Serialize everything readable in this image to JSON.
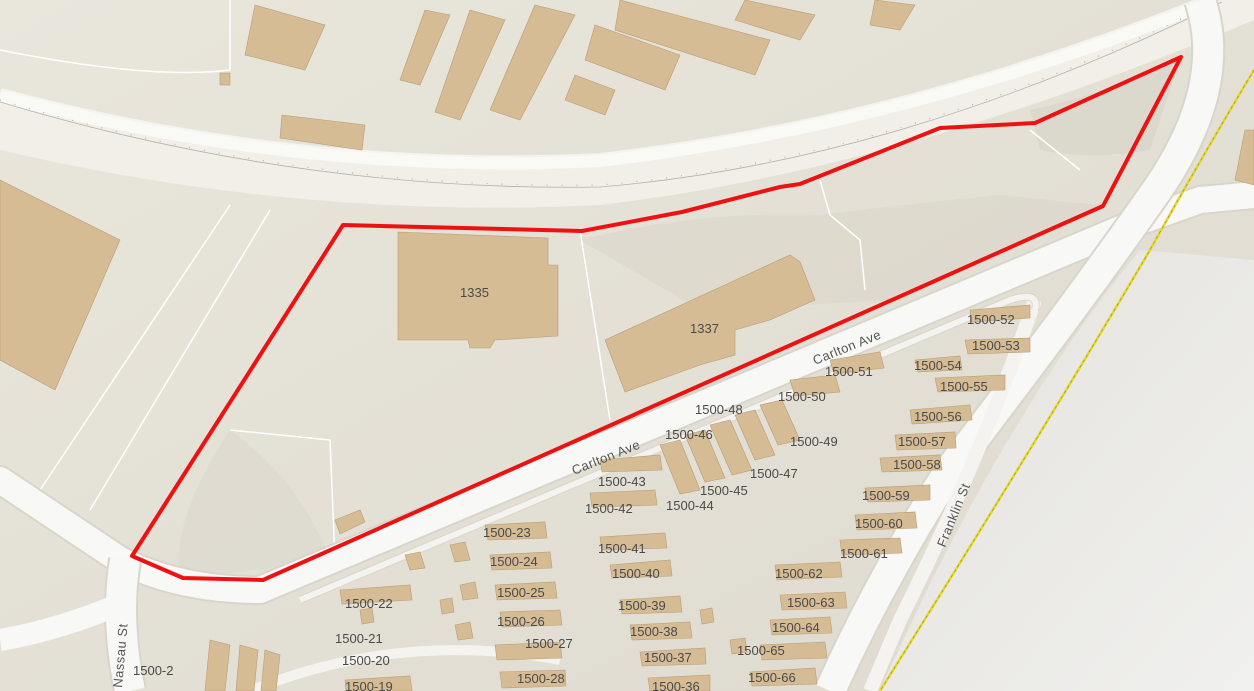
{
  "map": {
    "colors": {
      "land": "#e6e2d6",
      "building": "#d6bc95",
      "building_edge": "#b89c74",
      "road": "#f8f8f6",
      "road_edge": "#d8d5cc",
      "parcel_line": "#ffffff",
      "boundary": "#ee1111",
      "rail_line": "#b5b0a5",
      "water_area": "#ececea",
      "highway_line": "#e6d626"
    },
    "streets": {
      "carlton_main": "Carlton Ave",
      "carlton_upper": "Carlton Ave",
      "franklin": "Franklin St",
      "nassau": "Nassau St"
    },
    "buildings": {
      "b1335": "1335",
      "b1337": "1337"
    },
    "units": [
      "1500-52",
      "1500-53",
      "1500-54",
      "1500-55",
      "1500-56",
      "1500-57",
      "1500-58",
      "1500-59",
      "1500-60",
      "1500-61",
      "1500-51",
      "1500-50",
      "1500-49",
      "1500-48",
      "1500-46",
      "1500-47",
      "1500-45",
      "1500-44",
      "1500-43",
      "1500-42",
      "1500-41",
      "1500-40",
      "1500-39",
      "1500-38",
      "1500-37",
      "1500-36",
      "1500-23",
      "1500-24",
      "1500-25",
      "1500-26",
      "1500-27",
      "1500-28",
      "1500-22",
      "1500-21",
      "1500-20",
      "1500-19",
      "1500-62",
      "1500-63",
      "1500-64",
      "1500-65",
      "1500-66",
      "1500-2"
    ]
  }
}
